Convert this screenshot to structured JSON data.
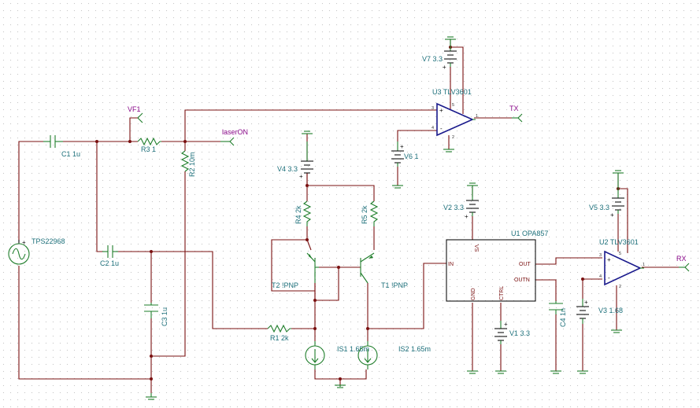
{
  "components": {
    "tps": {
      "label": "TPS22968"
    },
    "c1": {
      "label": "C1 1u"
    },
    "c2": {
      "label": "C2 1u"
    },
    "c3": {
      "label": "C3 1u"
    },
    "c4": {
      "label": "C4 1n"
    },
    "r1": {
      "label": "R1 2k"
    },
    "r2": {
      "label": "R2 10m"
    },
    "r3": {
      "label": "R3 1"
    },
    "r4": {
      "label": "R4 2k"
    },
    "r5": {
      "label": "R5 2k"
    },
    "t1": {
      "label": "T1 !PNP"
    },
    "t2": {
      "label": "T2 !PNP"
    },
    "is1": {
      "label": "IS1 1.65m"
    },
    "is2": {
      "label": "IS2 1.65m"
    },
    "v1": {
      "label": "V1 3.3"
    },
    "v2": {
      "label": "V2 3.3"
    },
    "v3": {
      "label": "V3 1.68"
    },
    "v4": {
      "label": "V4 3.3"
    },
    "v5": {
      "label": "V5 3.3"
    },
    "v6": {
      "label": "V6 1"
    },
    "v7": {
      "label": "V7 3.3"
    },
    "u1": {
      "label": "U1 OPA857",
      "pins": {
        "in": "IN",
        "vs": "VS",
        "out": "OUT",
        "outn": "OUTN",
        "gnd": "GND",
        "ctrl": "CTRL"
      }
    },
    "u2": {
      "label": "U2 TLV3601",
      "pins": {
        "p1": "1",
        "p2": "2",
        "p3": "3",
        "p4": "4",
        "p5": "5"
      }
    },
    "u3": {
      "label": "U3 TLV3601",
      "pins": {
        "p1": "1",
        "p2": "2",
        "p3": "3",
        "p4": "4",
        "p5": "5"
      }
    }
  },
  "nets": {
    "vf1": "VF1",
    "laser_on": "laserON",
    "tx": "TX",
    "rx": "RX"
  },
  "signs": {
    "plus": "+",
    "minus": "-"
  }
}
